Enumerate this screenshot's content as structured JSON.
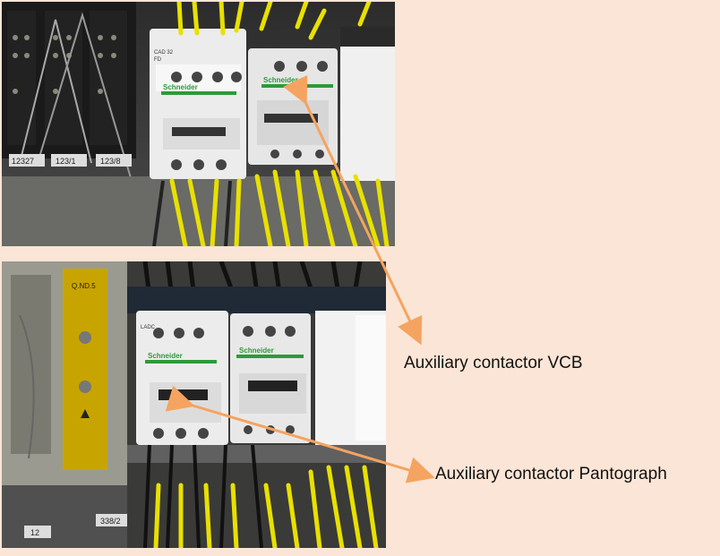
{
  "photos": {
    "top": {
      "contactor_brand": "Schneider",
      "contactor_model_1": "CAD 32",
      "contactor_model_2": "FD",
      "terminal_tags": [
        "12327",
        "123/1",
        "123/8"
      ]
    },
    "bottom": {
      "contactor_brand": "Schneider",
      "contactor_model": "LADC",
      "terminal_tag": "338/2",
      "terminal_tag_2": "12"
    }
  },
  "annotations": {
    "vcb_label": "Auxiliary contactor VCB",
    "pantograph_label": "Auxiliary contactor Pantograph"
  },
  "colors": {
    "background": "#fbe5d6",
    "arrow": "#f4a460",
    "wire": "#e8e000",
    "contactor_body": "#eeeeee",
    "brand_green": "#2e9a3a"
  }
}
